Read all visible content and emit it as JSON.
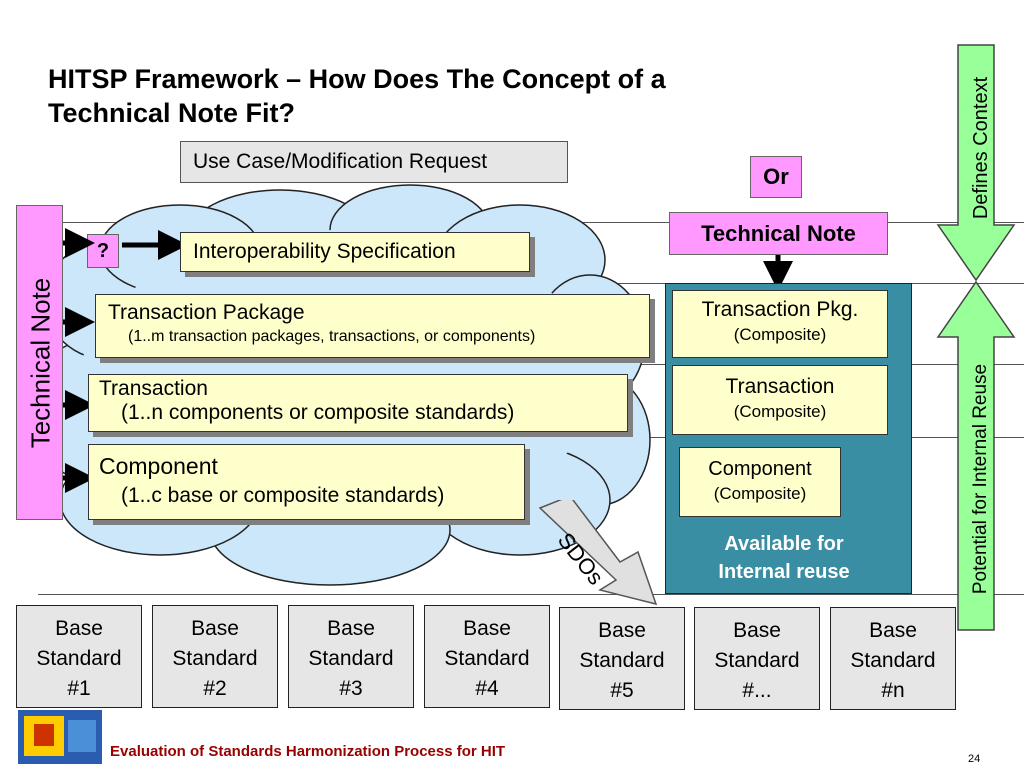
{
  "title": {
    "line1": "HITSP Framework – How Does The Concept of a",
    "line2": "Technical Note Fit?"
  },
  "use_case": "Use Case/Modification Request",
  "question_mark": "?",
  "interop_spec": "Interoperability Specification",
  "transaction_package": {
    "label": "Transaction Package",
    "detail": "(1..m transaction packages, transactions, or components)"
  },
  "transaction": {
    "label": "Transaction",
    "detail": "(1..n components or composite standards)"
  },
  "component": {
    "label": "Component",
    "detail": "(1..c base or composite standards)"
  },
  "left_technical_note": "Technical Note",
  "or_label": "Or",
  "technical_note": "Technical Note",
  "composite": {
    "pkg_label": "Transaction Pkg.",
    "pkg_sub": "(Composite)",
    "trans_label": "Transaction",
    "trans_sub": "(Composite)",
    "comp_label": "Component",
    "comp_sub": "(Composite)",
    "available_line1": "Available for",
    "available_line2": "Internal reuse"
  },
  "sdos": "SDOs",
  "defines_context": "Defines Context",
  "potential_reuse": "Potential for Internal Reuse",
  "base_standards": [
    {
      "line1": "Base",
      "line2": "Standard",
      "line3": "#1"
    },
    {
      "line1": "Base",
      "line2": "Standard",
      "line3": "#2"
    },
    {
      "line1": "Base",
      "line2": "Standard",
      "line3": "#3"
    },
    {
      "line1": "Base",
      "line2": "Standard",
      "line3": "#4"
    },
    {
      "line1": "Base",
      "line2": "Standard",
      "line3": "#5"
    },
    {
      "line1": "Base",
      "line2": "Standard",
      "line3": "#..."
    },
    {
      "line1": "Base",
      "line2": "Standard",
      "line3": "#n"
    }
  ],
  "footer": "Evaluation of Standards Harmonization Process for HIT",
  "page_number": "24",
  "colors": {
    "pink": "#ff99ff",
    "yellow": "#ffffcc",
    "teal": "#3a8ea3",
    "green": "#99ff99",
    "cloud": "#cce6fa",
    "footer_text": "#990000"
  }
}
